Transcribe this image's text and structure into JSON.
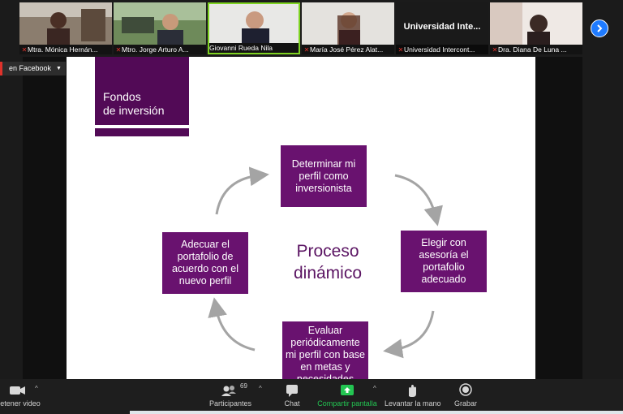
{
  "participants": [
    {
      "name": "Mtra. Mónica Hernán..."
    },
    {
      "name": "Mtro. Jorge Arturo A..."
    },
    {
      "name": "Giovanni Rueda Nila"
    },
    {
      "name": "María José Pérez Alat..."
    },
    {
      "name": "Universidad Intercont...",
      "tile_text": "Universidad  Inte..."
    },
    {
      "name": "Dra. Diana De Luna ..."
    }
  ],
  "live_badge": {
    "label": "en Facebook"
  },
  "slide": {
    "title_line1": "Fondos",
    "title_line2": "de inversión",
    "center_line1": "Proceso",
    "center_line2": "dinámico",
    "steps": {
      "top": "Determinar mi perfil como inversionista",
      "right": "Elegir con asesoría el portafolio adecuado",
      "bottom": "Evaluar periódicamente mi perfil con base en metas y necesidades",
      "left": "Adecuar el portafolio de acuerdo con el nuevo perfil"
    }
  },
  "toolbar": {
    "stop_video": "etener video",
    "participants": "Participantes",
    "participants_count": "69",
    "chat": "Chat",
    "share": "Compartir pantalla",
    "raise_hand": "Levantar la mano",
    "record": "Grabar"
  },
  "colors": {
    "slide_purple": "#69126f",
    "title_purple": "#520a56",
    "share_green": "#23c552",
    "muted_red": "#e0322b",
    "accent_blue": "#1f7bff"
  }
}
